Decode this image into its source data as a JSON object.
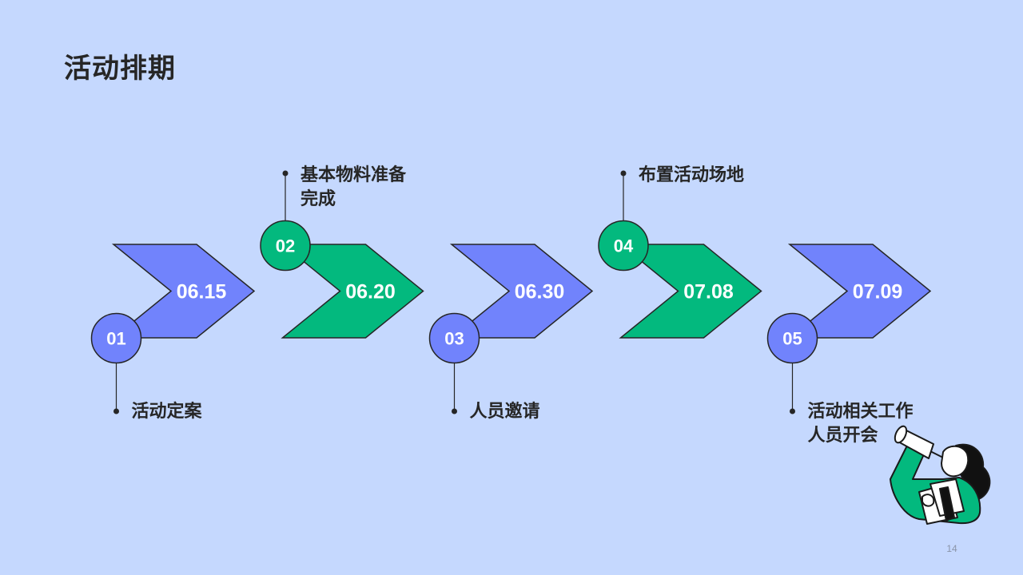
{
  "title": "活动排期",
  "page_number": "14",
  "colors": {
    "purple": "#7183fc",
    "green": "#03b97e",
    "background": "#c5d8fe",
    "outline": "#262626"
  },
  "steps": [
    {
      "num": "01",
      "date": "06.15",
      "text": "活动定案",
      "color": "purple",
      "position": "below"
    },
    {
      "num": "02",
      "date": "06.20",
      "text": "基本物料准备完成",
      "color": "green",
      "position": "above"
    },
    {
      "num": "03",
      "date": "06.30",
      "text": "人员邀请",
      "color": "purple",
      "position": "below"
    },
    {
      "num": "04",
      "date": "07.08",
      "text": "布置活动场地",
      "color": "green",
      "position": "above"
    },
    {
      "num": "05",
      "date": "07.09",
      "text": "活动相关工作人员开会",
      "color": "purple",
      "position": "below"
    }
  ],
  "illustration": {
    "icon": "person-with-megaphone-illustration"
  }
}
